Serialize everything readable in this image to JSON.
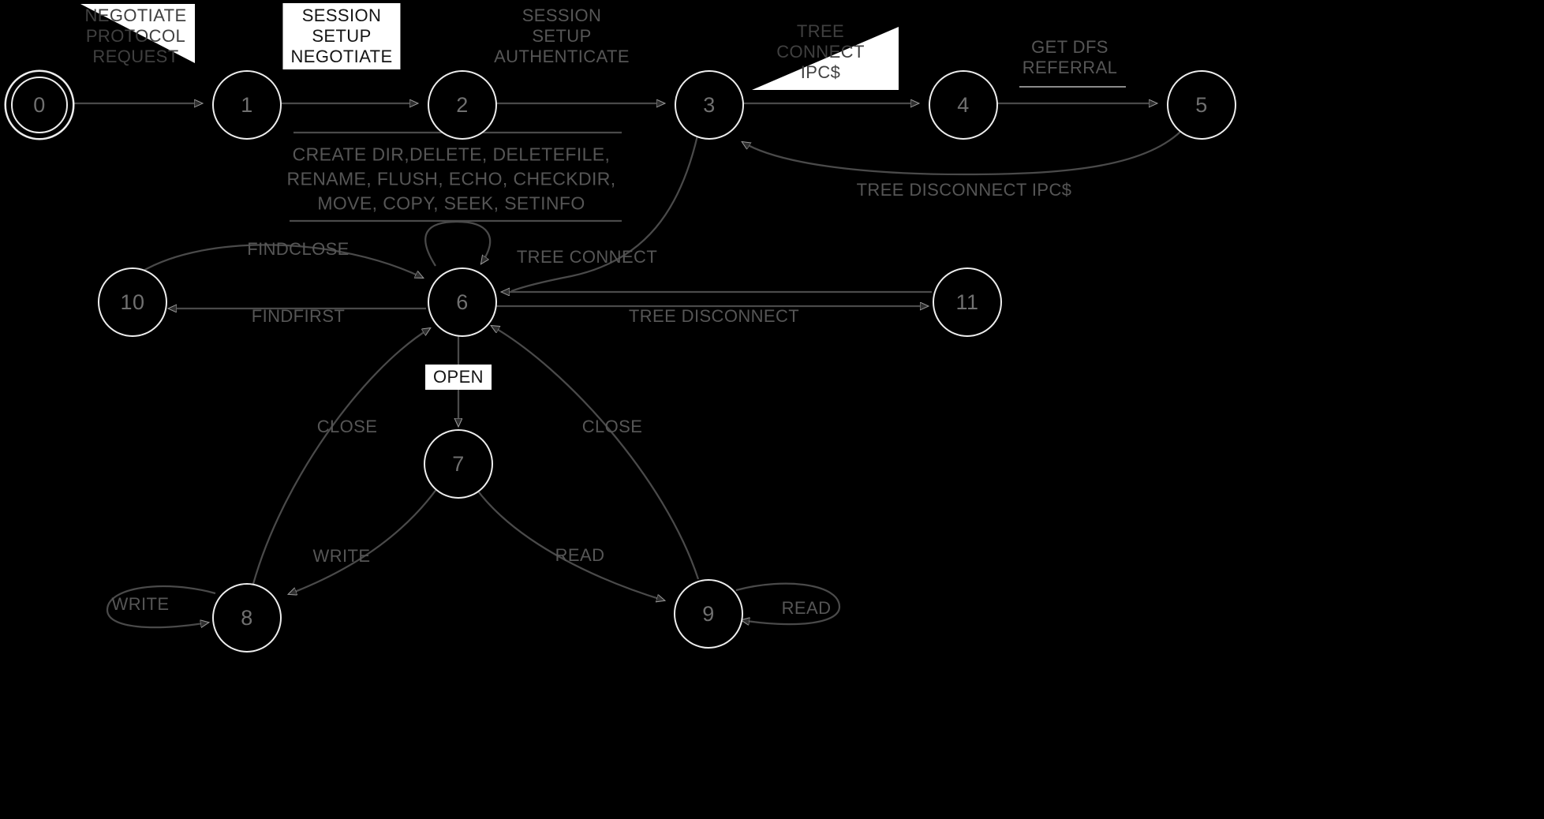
{
  "diagram": {
    "type": "state-machine",
    "description": "SMB protocol state machine with states 0-11",
    "colors": {
      "background": "#000000",
      "node_outline": "#ededed",
      "node_number": "#707070",
      "edge": "#4a4a4a",
      "label": "#565656",
      "label_box_bg": "#ffffff",
      "label_box_text": "#141414"
    }
  },
  "nodes": [
    {
      "id": "0",
      "label": "0",
      "initial": true
    },
    {
      "id": "1",
      "label": "1"
    },
    {
      "id": "2",
      "label": "2"
    },
    {
      "id": "3",
      "label": "3"
    },
    {
      "id": "4",
      "label": "4"
    },
    {
      "id": "5",
      "label": "5"
    },
    {
      "id": "6",
      "label": "6"
    },
    {
      "id": "7",
      "label": "7"
    },
    {
      "id": "8",
      "label": "8"
    },
    {
      "id": "9",
      "label": "9"
    },
    {
      "id": "10",
      "label": "10"
    },
    {
      "id": "11",
      "label": "11"
    }
  ],
  "labels": [
    {
      "name": "negotiate-protocol-request",
      "text": "NEGOTIATE\nPROTOCOL\nREQUEST"
    },
    {
      "name": "session-setup-negotiate",
      "text": "SESSION\nSETUP\nNEGOTIATE"
    },
    {
      "name": "session-setup-authenticate",
      "text": "SESSION\nSETUP\nAUTHENTICATE"
    },
    {
      "name": "tree-connect-ipc",
      "text": "TREE\nCONNECT\nIPC$"
    },
    {
      "name": "get-dfs-referral",
      "text": "GET DFS\nREFERRAL"
    },
    {
      "name": "tree-disconnect-ipc",
      "text": "TREE DISCONNECT IPC$"
    },
    {
      "name": "file-operations-loop",
      "text": "CREATE DIR,DELETE, DELETEFILE,\nRENAME, FLUSH, ECHO, CHECKDIR,\nMOVE, COPY, SEEK, SETINFO"
    },
    {
      "name": "findclose",
      "text": "FINDCLOSE"
    },
    {
      "name": "tree-connect",
      "text": "TREE CONNECT"
    },
    {
      "name": "findfirst",
      "text": "FINDFIRST"
    },
    {
      "name": "tree-disconnect",
      "text": "TREE DISCONNECT"
    },
    {
      "name": "open",
      "text": "OPEN"
    },
    {
      "name": "close-left",
      "text": "CLOSE"
    },
    {
      "name": "close-right",
      "text": "CLOSE"
    },
    {
      "name": "write",
      "text": "WRITE"
    },
    {
      "name": "read",
      "text": "READ"
    },
    {
      "name": "write-self-loop",
      "text": "WRITE"
    },
    {
      "name": "read-self-loop",
      "text": "READ"
    }
  ],
  "edges": [
    {
      "from": "0",
      "to": "1",
      "label": "NEGOTIATE PROTOCOL REQUEST"
    },
    {
      "from": "1",
      "to": "2",
      "label": "SESSION SETUP NEGOTIATE"
    },
    {
      "from": "2",
      "to": "3",
      "label": "SESSION SETUP AUTHENTICATE"
    },
    {
      "from": "3",
      "to": "4",
      "label": "TREE CONNECT IPC$"
    },
    {
      "from": "4",
      "to": "5",
      "label": "GET DFS REFERRAL"
    },
    {
      "from": "5",
      "to": "3",
      "label": "TREE DISCONNECT IPC$"
    },
    {
      "from": "3",
      "to": "6",
      "label": "TREE CONNECT"
    },
    {
      "from": "6",
      "to": "6",
      "label": "CREATE DIR,DELETE, DELETEFILE, RENAME, FLUSH, ECHO, CHECKDIR, MOVE, COPY, SEEK, SETINFO"
    },
    {
      "from": "10",
      "to": "6",
      "label": "FINDCLOSE"
    },
    {
      "from": "6",
      "to": "10",
      "label": "FINDFIRST"
    },
    {
      "from": "6",
      "to": "11",
      "label": "TREE DISCONNECT"
    },
    {
      "from": "11",
      "to": "6",
      "label": ""
    },
    {
      "from": "6",
      "to": "7",
      "label": "OPEN"
    },
    {
      "from": "7",
      "to": "8",
      "label": "WRITE"
    },
    {
      "from": "7",
      "to": "9",
      "label": "READ"
    },
    {
      "from": "8",
      "to": "8",
      "label": "WRITE"
    },
    {
      "from": "9",
      "to": "9",
      "label": "READ"
    },
    {
      "from": "8",
      "to": "6",
      "label": "CLOSE"
    },
    {
      "from": "9",
      "to": "6",
      "label": "CLOSE"
    }
  ]
}
